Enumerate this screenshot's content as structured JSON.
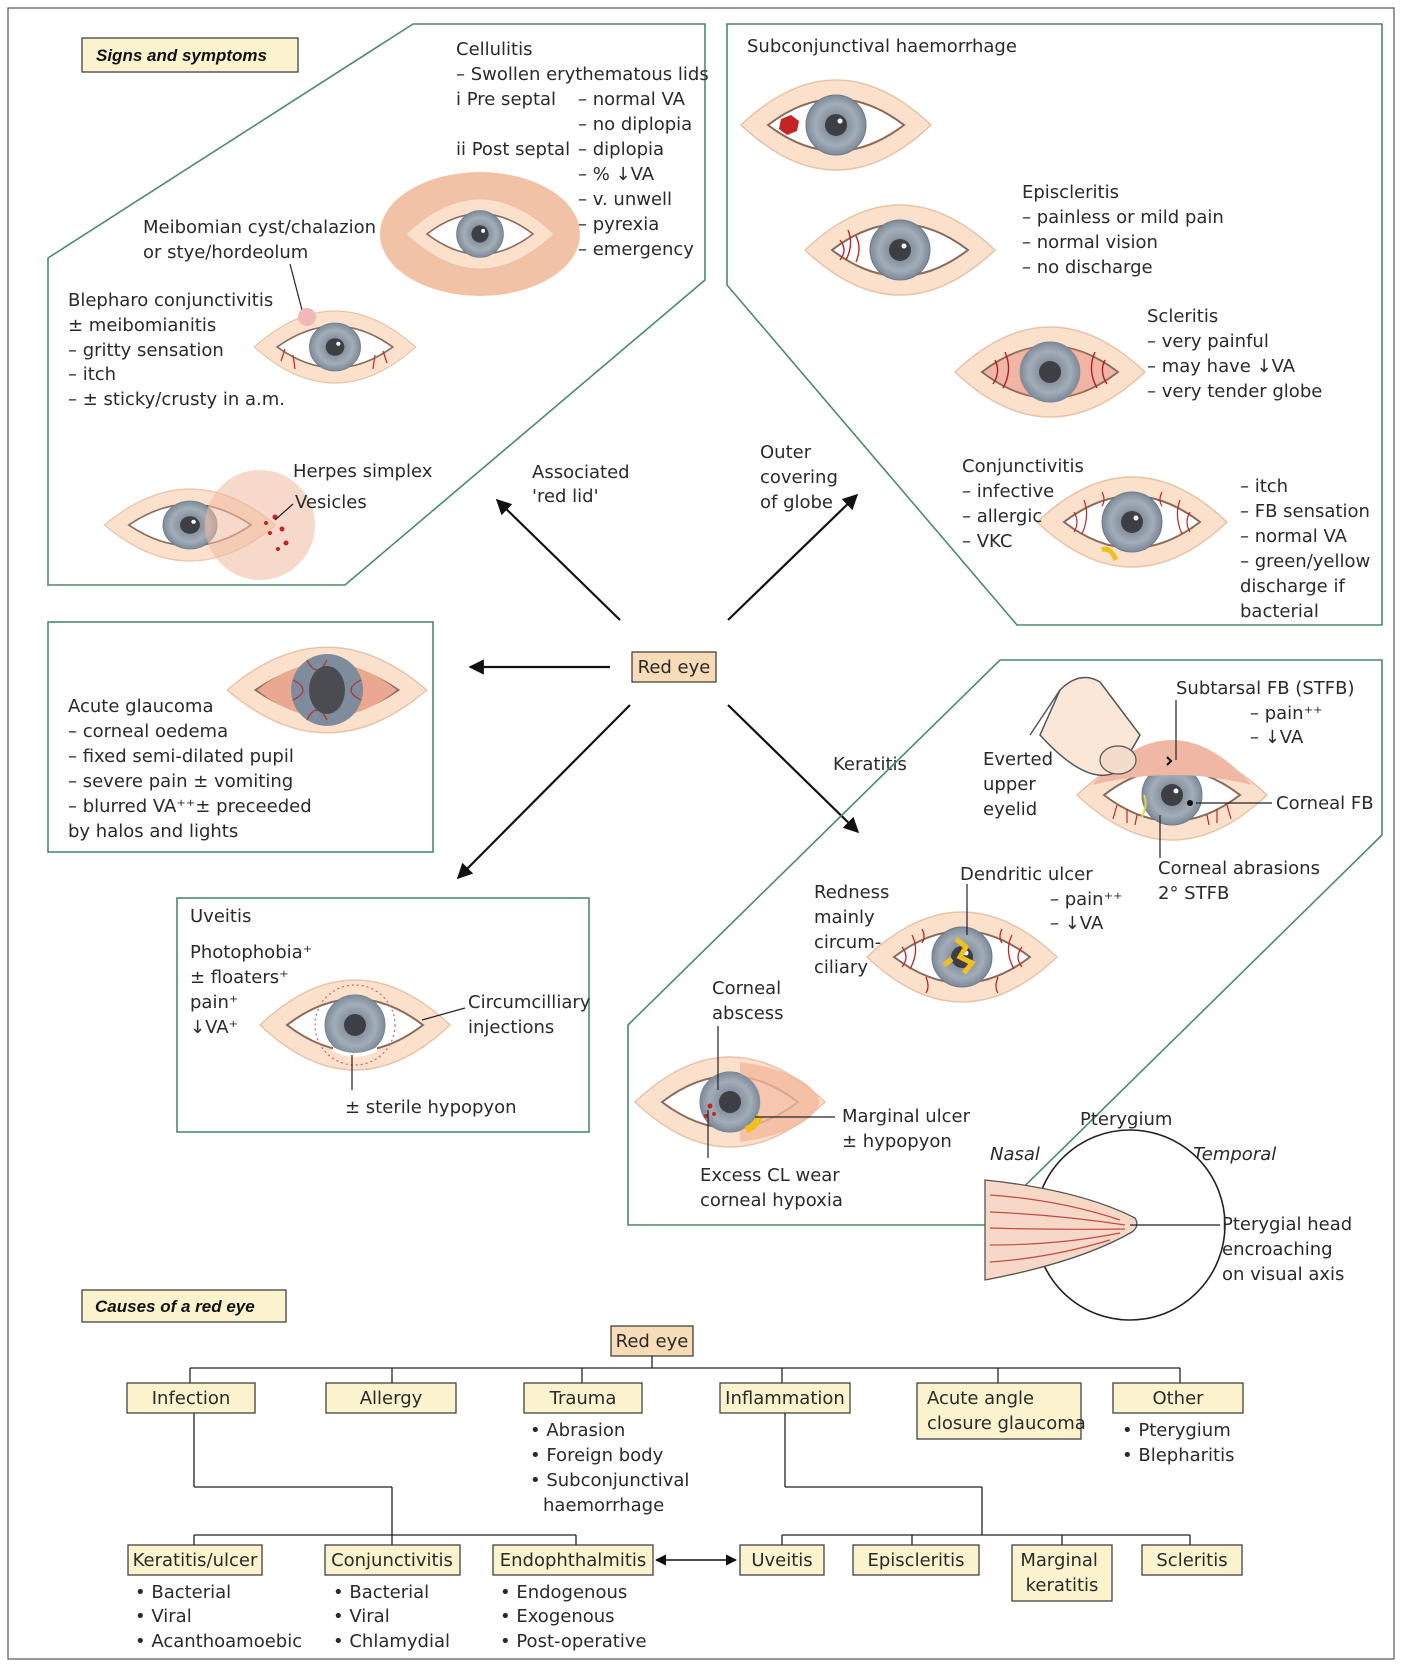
{
  "headers": {
    "signs": "Signs and symptoms",
    "causes": "Causes of a red eye"
  },
  "center_label": "Red eye",
  "arrow_labels": {
    "red_lid": [
      "Associated",
      "'red lid'"
    ],
    "outer": [
      "Outer",
      "covering",
      "of globe"
    ],
    "keratitis": "Keratitis"
  },
  "lid_panel": {
    "cellulitis": [
      "Cellulitis",
      "– Swollen erythematous lids",
      "i  Pre septal",
      "ii Post septal"
    ],
    "cellulitis_right": [
      "– normal VA",
      "– no diplopia",
      "– diplopia",
      "– % ↓VA",
      "– v. unwell",
      "– pyrexia",
      "– emergency"
    ],
    "meibomian": [
      "Meibomian cyst/chalazion",
      "or stye/hordeolum"
    ],
    "blepharo": [
      "Blepharo conjunctivitis",
      "± meibomianitis",
      "– gritty sensation",
      "– itch",
      "– ± sticky/crusty in a.m."
    ],
    "herpes": [
      "Herpes simplex",
      "Vesicles"
    ]
  },
  "globe_panel": {
    "subconj": "Subconjunctival haemorrhage",
    "episcleritis": [
      "Episcleritis",
      "– painless or mild pain",
      "– normal vision",
      "– no discharge"
    ],
    "scleritis": [
      "Scleritis",
      "– very painful",
      "– may have ↓VA",
      "– very tender globe"
    ],
    "conj_left": [
      "Conjunctivitis",
      "– infective",
      "– allergic",
      "– VKC"
    ],
    "conj_right": [
      "– itch",
      "– FB sensation",
      "– normal VA",
      "– green/yellow",
      "discharge if",
      "bacterial"
    ]
  },
  "glaucoma": [
    "Acute glaucoma",
    "– corneal oedema",
    "– fixed semi-dilated pupil",
    "– severe pain ± vomiting",
    "– blurred VA⁺⁺± preceeded",
    "by halos and lights"
  ],
  "uveitis": {
    "title": "Uveitis",
    "symptoms": [
      "Photophobia⁺",
      "± floaters⁺",
      "pain⁺",
      "↓VA⁺"
    ],
    "circum": [
      "Circumcilliary",
      "injections"
    ],
    "hypopyon": "± sterile hypopyon"
  },
  "kerat_panel": {
    "subtarsal": [
      "Subtarsal FB (STFB)",
      "– pain⁺⁺",
      "– ↓VA"
    ],
    "everted": [
      "Everted",
      "upper",
      "eyelid"
    ],
    "corneal_fb": "Corneal FB",
    "abrasions": [
      "Corneal abrasions",
      "2° STFB"
    ],
    "redness": [
      "Redness",
      "mainly",
      "circum-",
      "ciliary"
    ],
    "dendritic": [
      "Dendritic ulcer",
      "– pain⁺⁺",
      "– ↓VA"
    ],
    "abscess": [
      "Corneal",
      "abscess"
    ],
    "marginal": [
      "Marginal ulcer",
      "± hypopyon"
    ],
    "excess": [
      "Excess CL wear",
      "corneal hypoxia"
    ]
  },
  "pterygium": {
    "title": "Pterygium",
    "nasal": "Nasal",
    "temporal": "Temporal",
    "head": [
      "Pterygial head",
      "encroaching",
      "on visual axis"
    ]
  },
  "tree": {
    "root": "Red eye",
    "level1": [
      "Infection",
      "Allergy",
      "Trauma",
      "Inflammation",
      [
        "Acute angle",
        "closure glaucoma"
      ],
      "Other"
    ],
    "trauma_items": [
      "• Abrasion",
      "• Foreign body",
      "• Subconjunctival",
      "haemorrhage"
    ],
    "other_items": [
      "• Pterygium",
      "• Blepharitis"
    ],
    "infection_children": [
      "Keratitis/ulcer",
      "Conjunctivitis",
      "Endophthalmitis"
    ],
    "inflammation_children": [
      "Uveitis",
      "Episcleritis",
      [
        "Marginal",
        "keratitis"
      ],
      "Scleritis"
    ],
    "keratitis_items": [
      "• Bacterial",
      "• Viral",
      "• Acanthoamoebic"
    ],
    "conj_items": [
      "• Bacterial",
      "• Viral",
      "• Chlamydial"
    ],
    "endo_items": [
      "• Endogenous",
      "• Exogenous",
      "• Post-operative"
    ]
  },
  "colors": {
    "box_fill": "#fbf3cd",
    "center_fill": "#f8dcb8",
    "panel_stroke": "#4a8c6a",
    "skin": "#fbe3d0",
    "iris": "#8f9aa6",
    "blood": "#c42424",
    "pus": "#f0c020"
  }
}
